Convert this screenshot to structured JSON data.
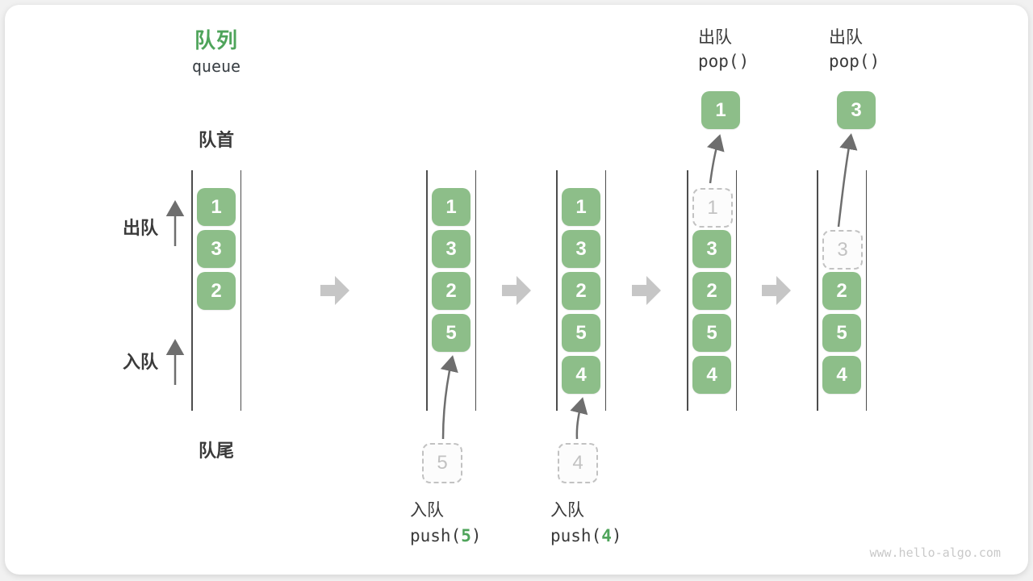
{
  "title": {
    "zh": "队列",
    "en": "queue"
  },
  "side_labels": {
    "front": "队首",
    "rear": "队尾",
    "dequeue": "出队",
    "enqueue": "入队"
  },
  "watermark": "www.hello-algo.com",
  "colors": {
    "title_green": "#4fa45b",
    "box_green": "#8dbe89",
    "box_text": "#ffffff",
    "dashed_gray": "#c2c2c2",
    "label_dark": "#3a3a3a",
    "thin_arrow_gray": "#6e6e6e",
    "block_arrow_gray": "#c6c6c6",
    "column_line": "#4d4d4d",
    "watermark_gray": "#c9c9c9"
  },
  "states": [
    {
      "id": "state-1",
      "slots": [
        {
          "value": "1",
          "style": "solid"
        },
        {
          "value": "3",
          "style": "solid"
        },
        {
          "value": "2",
          "style": "solid"
        }
      ]
    },
    {
      "id": "state-2",
      "slots": [
        {
          "value": "1",
          "style": "solid"
        },
        {
          "value": "3",
          "style": "solid"
        },
        {
          "value": "2",
          "style": "solid"
        },
        {
          "value": "5",
          "style": "solid"
        }
      ],
      "op": {
        "kind": "enqueue",
        "label": "入队",
        "code_parts": [
          "push(",
          "5",
          ")"
        ],
        "pending_value": "5"
      }
    },
    {
      "id": "state-3",
      "slots": [
        {
          "value": "1",
          "style": "solid"
        },
        {
          "value": "3",
          "style": "solid"
        },
        {
          "value": "2",
          "style": "solid"
        },
        {
          "value": "5",
          "style": "solid"
        },
        {
          "value": "4",
          "style": "solid"
        }
      ],
      "op": {
        "kind": "enqueue",
        "label": "入队",
        "code_parts": [
          "push(",
          "4",
          ")"
        ],
        "pending_value": "4"
      }
    },
    {
      "id": "state-4",
      "slots": [
        {
          "value": "1",
          "style": "dashed"
        },
        {
          "value": "3",
          "style": "solid"
        },
        {
          "value": "2",
          "style": "solid"
        },
        {
          "value": "5",
          "style": "solid"
        },
        {
          "value": "4",
          "style": "solid"
        }
      ],
      "op": {
        "kind": "dequeue",
        "label": "出队",
        "code_parts": [
          "pop(",
          "",
          ")"
        ],
        "popped_value": "1"
      }
    },
    {
      "id": "state-5",
      "slots": [
        {
          "style": "empty"
        },
        {
          "value": "3",
          "style": "dashed"
        },
        {
          "value": "2",
          "style": "solid"
        },
        {
          "value": "5",
          "style": "solid"
        },
        {
          "value": "4",
          "style": "solid"
        }
      ],
      "op": {
        "kind": "dequeue",
        "label": "出队",
        "code_parts": [
          "pop(",
          "",
          ")"
        ],
        "popped_value": "3"
      }
    }
  ]
}
